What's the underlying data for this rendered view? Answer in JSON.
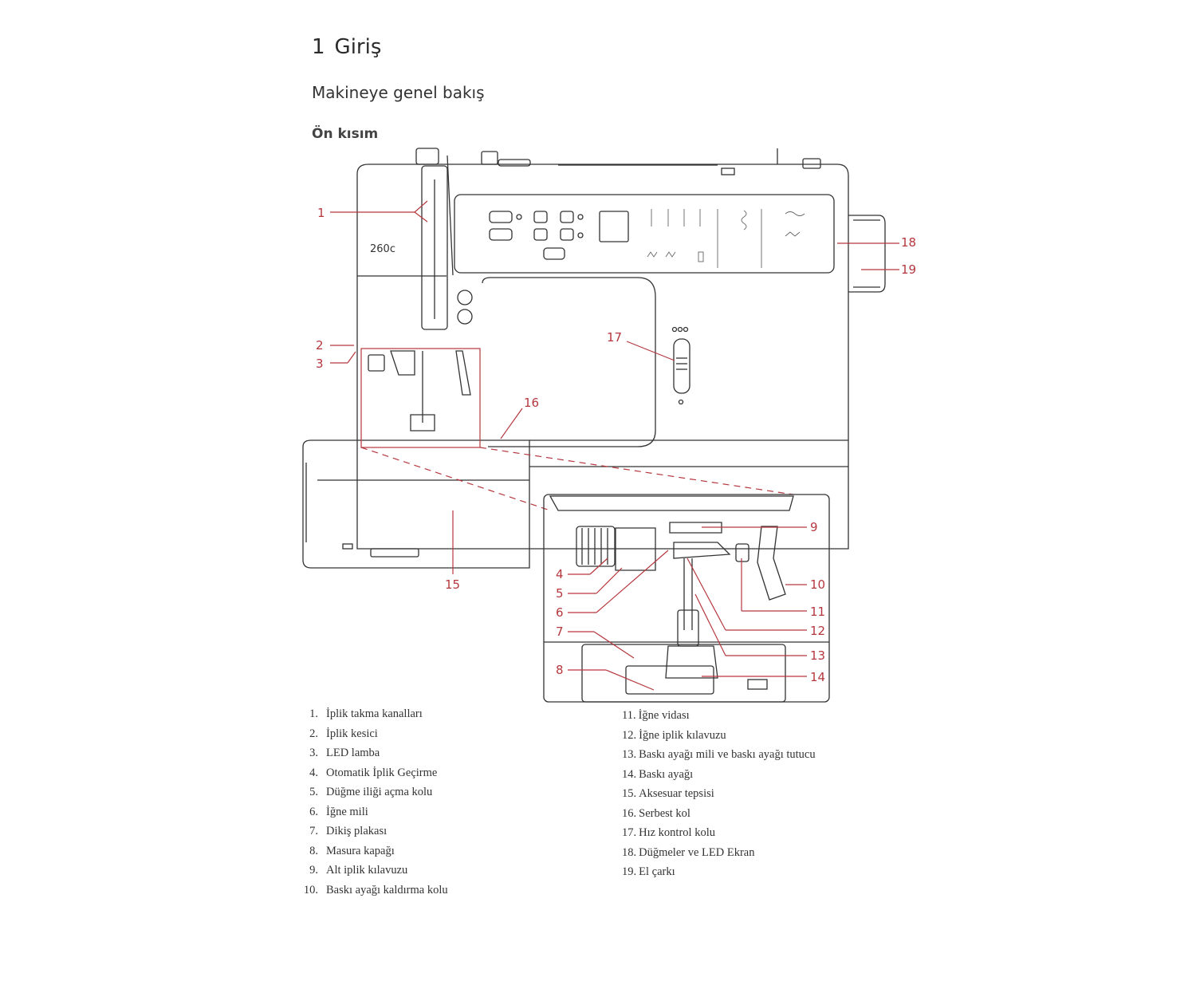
{
  "heading": {
    "number": "1",
    "title": "Giriş"
  },
  "subheading": "Makineye genel bakış",
  "section": "Ön kısım",
  "diagram": {
    "model_label": "260c",
    "callouts": [
      "1",
      "2",
      "3",
      "4",
      "5",
      "6",
      "7",
      "8",
      "9",
      "10",
      "11",
      "12",
      "13",
      "14",
      "15",
      "16",
      "17",
      "18",
      "19"
    ],
    "accent_color": "#b5373e",
    "line_color": "#333333"
  },
  "parts": {
    "left": [
      {
        "num": "1.",
        "text": "İplik takma kanalları"
      },
      {
        "num": "2.",
        "text": "İplik kesici"
      },
      {
        "num": "3.",
        "text": "LED lamba"
      },
      {
        "num": "4.",
        "text": "Otomatik İplik Geçirme"
      },
      {
        "num": "5.",
        "text": "Düğme iliği açma kolu"
      },
      {
        "num": "6.",
        "text": "İğne mili"
      },
      {
        "num": "7.",
        "text": "Dikiş plakası"
      },
      {
        "num": "8.",
        "text": "Masura kapağı"
      },
      {
        "num": "9.",
        "text": "Alt iplik kılavuzu"
      },
      {
        "num": "10.",
        "text": "Baskı ayağı kaldırma kolu"
      }
    ],
    "right": [
      {
        "num": "11.",
        "text": "İğne vidası"
      },
      {
        "num": "12.",
        "text": "İğne iplik kılavuzu"
      },
      {
        "num": "13.",
        "text": "Baskı ayağı mili ve baskı ayağı tutucu"
      },
      {
        "num": "14.",
        "text": "Baskı ayağı"
      },
      {
        "num": "15.",
        "text": "Aksesuar tepsisi"
      },
      {
        "num": "16.",
        "text": "Serbest kol"
      },
      {
        "num": "17.",
        "text": "Hız kontrol kolu"
      },
      {
        "num": "18.",
        "text": "Düğmeler ve LED Ekran"
      },
      {
        "num": "19.",
        "text": "El çarkı"
      }
    ]
  }
}
